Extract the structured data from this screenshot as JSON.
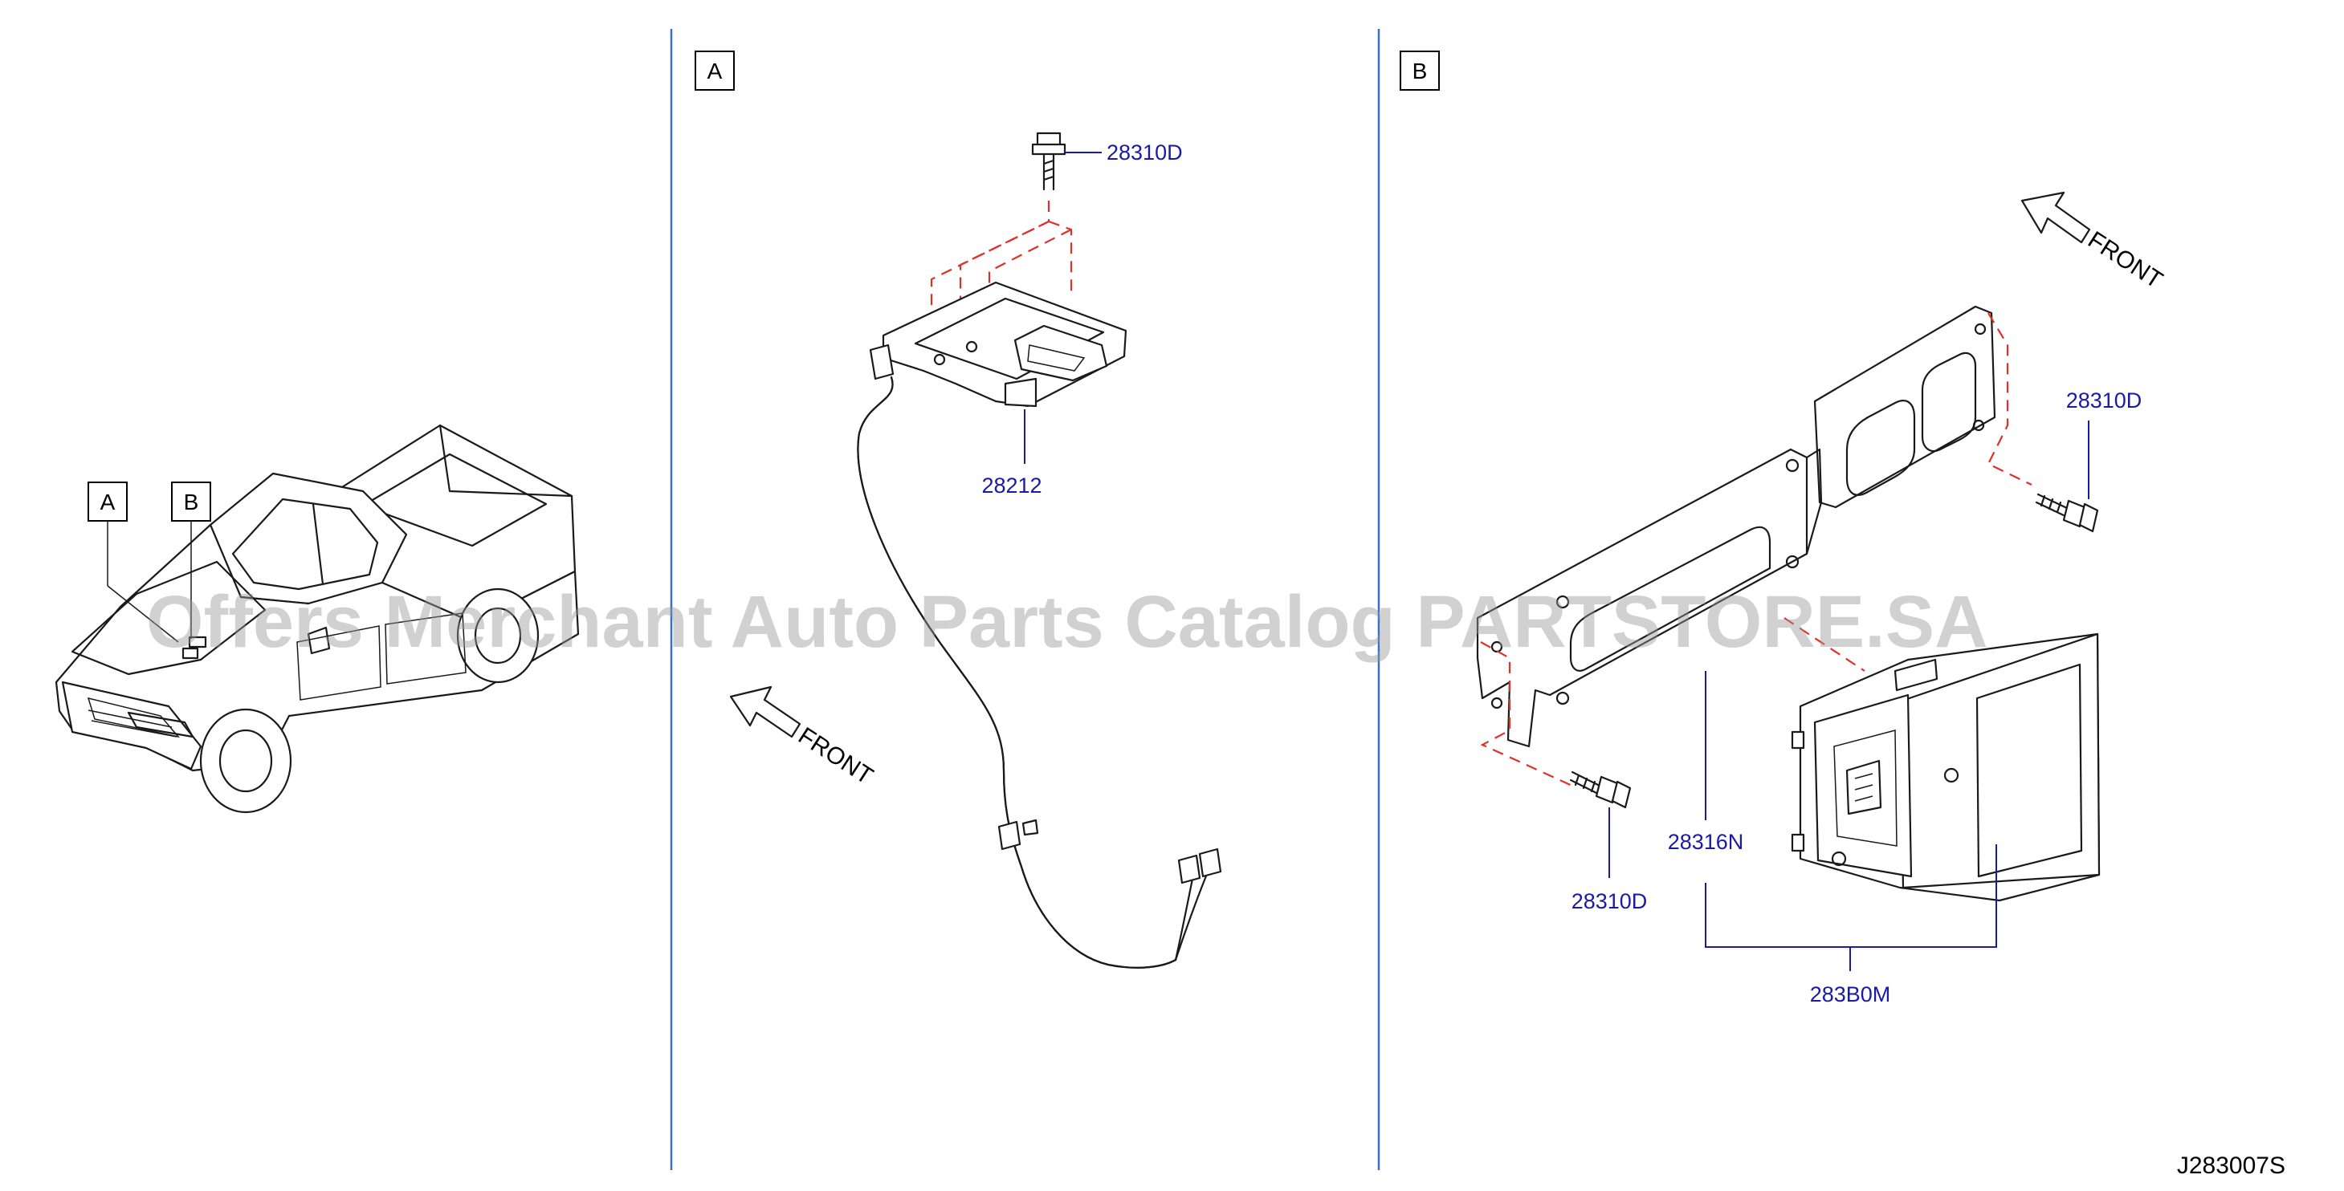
{
  "view_boxes": {
    "main_a": "A",
    "main_b": "B",
    "vehicle_a": "A",
    "vehicle_b": "B"
  },
  "parts": {
    "bolt_a": "28310D",
    "sensor": "28212",
    "bolt_b_right": "28310D",
    "bracket": "28316N",
    "bolt_b_left": "28310D",
    "assembly": "283B0M"
  },
  "front_labels": {
    "section_a": "FRONT",
    "section_b": "FRONT"
  },
  "watermark": "Offers Merchant Auto Parts Catalog PARTSTORE.SA",
  "diagram_code": "J283007S"
}
